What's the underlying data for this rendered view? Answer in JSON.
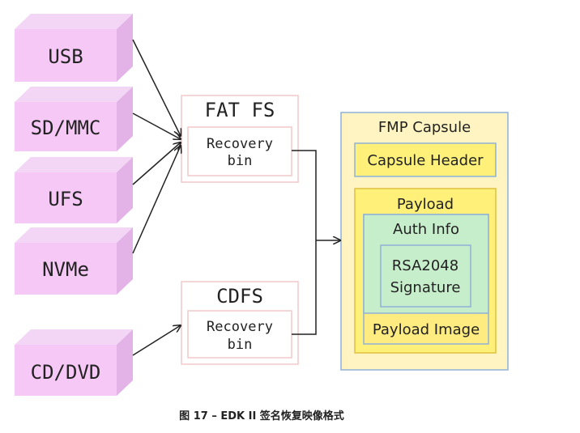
{
  "devices": [
    "USB",
    "SD/MMC",
    "UFS",
    "NVMe",
    "CD/DVD"
  ],
  "filesystems": [
    {
      "title": "FAT FS",
      "content_line1": "Recovery",
      "content_line2": "bin"
    },
    {
      "title": "CDFS",
      "content_line1": "Recovery",
      "content_line2": "bin"
    }
  ],
  "capsule": {
    "title": "FMP Capsule",
    "header": "Capsule Header",
    "payload_title": "Payload",
    "auth_title": "Auth Info",
    "signature_line1": "RSA2048",
    "signature_line2": "Signature",
    "payload_image": "Payload Image"
  },
  "caption": "图 17 – EDK II 签名恢复映像格式"
}
